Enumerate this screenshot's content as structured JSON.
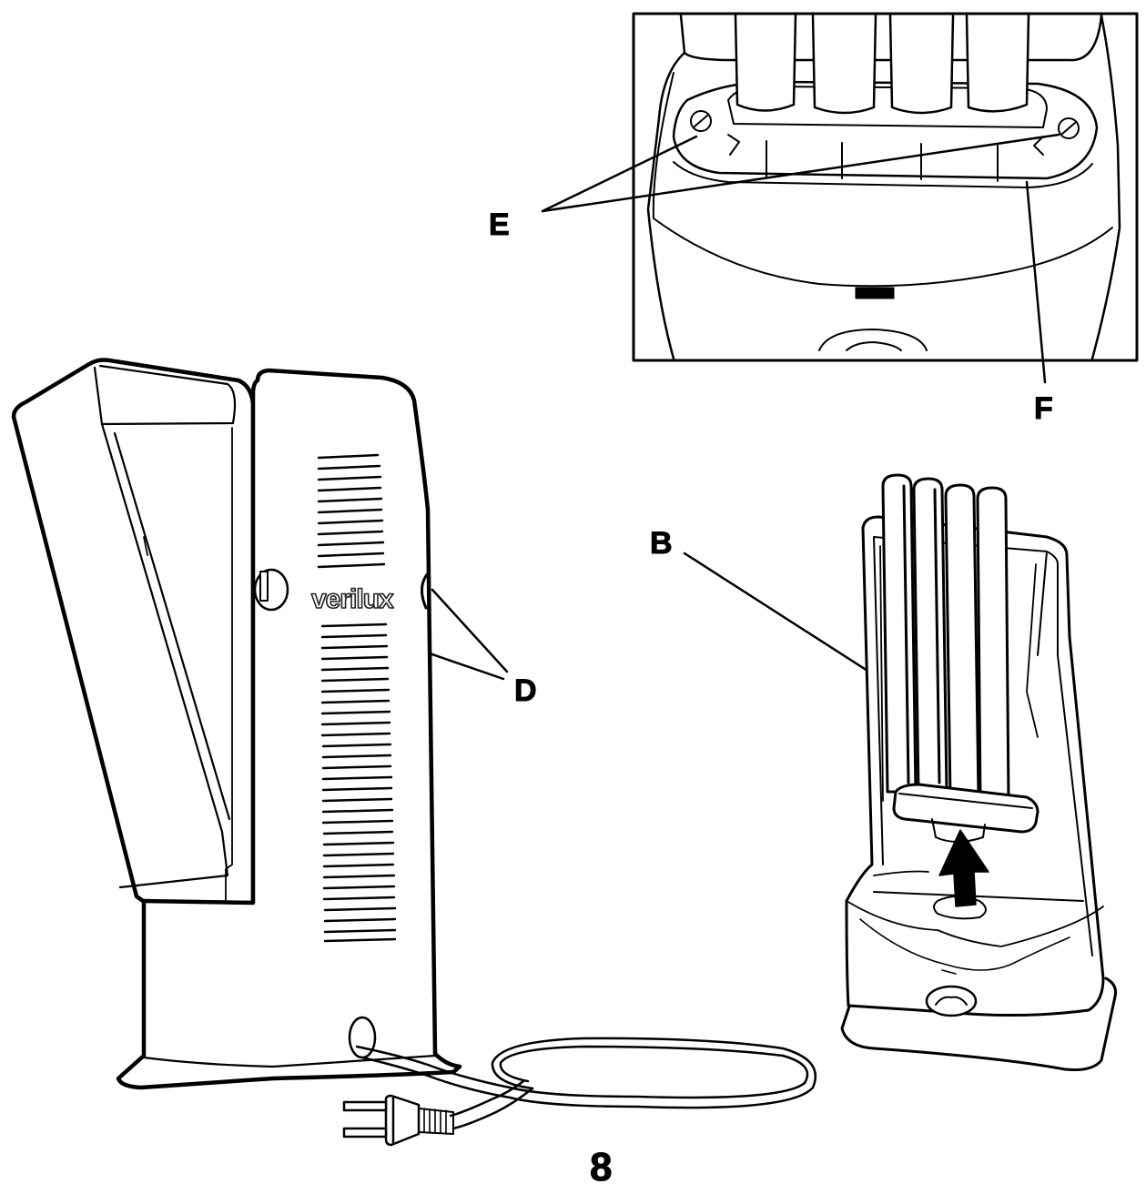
{
  "labels": {
    "e": "E",
    "f": "F",
    "b": "B",
    "d": "D"
  },
  "brand": "verilux",
  "page_number": "8",
  "colors": {
    "ink": "#000000",
    "paper": "#ffffff"
  }
}
